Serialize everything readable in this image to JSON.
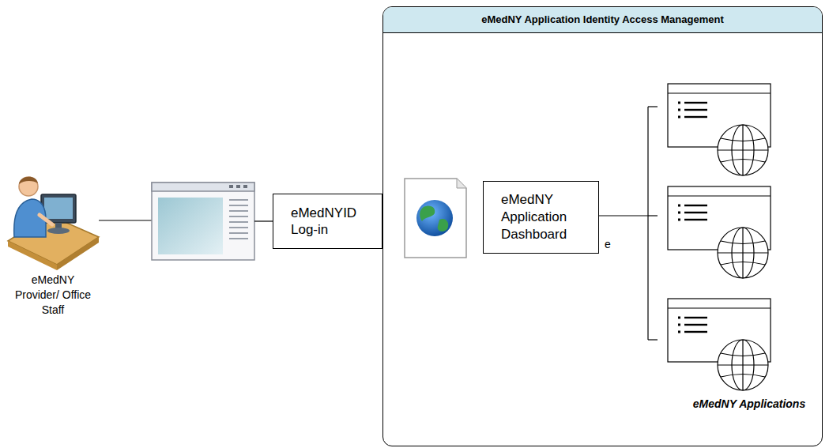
{
  "diagram": {
    "nodes": [
      {
        "text": [
          "eMedNYID Log-in"
        ]
      },
      {
        "text": [
          "eMedNY Application Identity Access Management"
        ]
      },
      {
        "text": [
          "eMedNY Application Dashboard"
        ],
        "in": 1
      }
    ],
    "labels": [
      "eMedNY Provider/ Office Staff",
      "e",
      "eMedNY Applications"
    ]
  }
}
